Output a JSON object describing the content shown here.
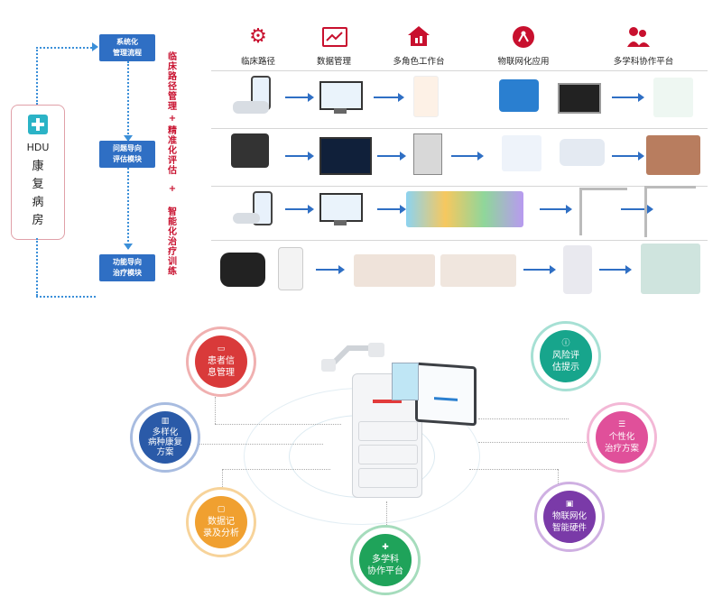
{
  "hdu": {
    "line1": "HDU",
    "line2": "康",
    "line3": "复",
    "line4": "病",
    "line5": "房"
  },
  "modules": [
    {
      "line1": "系统化",
      "line2": "管理流程"
    },
    {
      "line1": "问题导向",
      "line2": "评估模块"
    },
    {
      "line1": "功能导向",
      "line2": "治疗模块"
    }
  ],
  "vertical_labels": [
    "临床路径管理",
    "+",
    "精准化评估",
    "+",
    "智能化治疗训练"
  ],
  "header": [
    {
      "icon": "gear-icon",
      "label": "临床路径"
    },
    {
      "icon": "monitor-chart-icon",
      "label": "数据管理"
    },
    {
      "icon": "house-icon",
      "label": "多角色工作台"
    },
    {
      "icon": "network-icon",
      "label": "物联网化应用"
    },
    {
      "icon": "people-icon",
      "label": "多学科协作平台"
    }
  ],
  "features": [
    {
      "name": "患者信息管理",
      "line1": "患者信",
      "line2": "息管理",
      "color": "#d93a3a",
      "ring": "#f0b0b0",
      "icon": "id-icon"
    },
    {
      "name": "多样化病种康复方案",
      "line1": "多样化",
      "line2": "病种康复",
      "line3": "方案",
      "color": "#2a5aa8",
      "ring": "#a8bce0",
      "icon": "bars-icon"
    },
    {
      "name": "数据记录及分析",
      "line1": "数据记",
      "line2": "录及分析",
      "color": "#f0a030",
      "ring": "#f7d39a",
      "icon": "screen-icon"
    },
    {
      "name": "多学科协作平台",
      "line1": "多学科",
      "line2": "协作平台",
      "color": "#1fa35a",
      "ring": "#a5dcbc",
      "icon": "plus-icon"
    },
    {
      "name": "物联网化智能硬件",
      "line1": "物联网化",
      "line2": "智能硬件",
      "color": "#7a3aa8",
      "ring": "#cfb0e2",
      "icon": "device-icon"
    },
    {
      "name": "个性化治疗方案",
      "line1": "个性化",
      "line2": "治疗方案",
      "color": "#e0509a",
      "ring": "#f3b8d6",
      "icon": "sliders-icon"
    },
    {
      "name": "风险评估提示",
      "line1": "风险评",
      "line2": "估提示",
      "color": "#17a58c",
      "ring": "#a6e0d4",
      "icon": "alert-icon"
    }
  ],
  "colors": {
    "accent_red": "#c8102e",
    "module_blue": "#2f6fc4",
    "dotted_blue": "#3b8fd8",
    "hdu_teal": "#2bb3c6"
  }
}
